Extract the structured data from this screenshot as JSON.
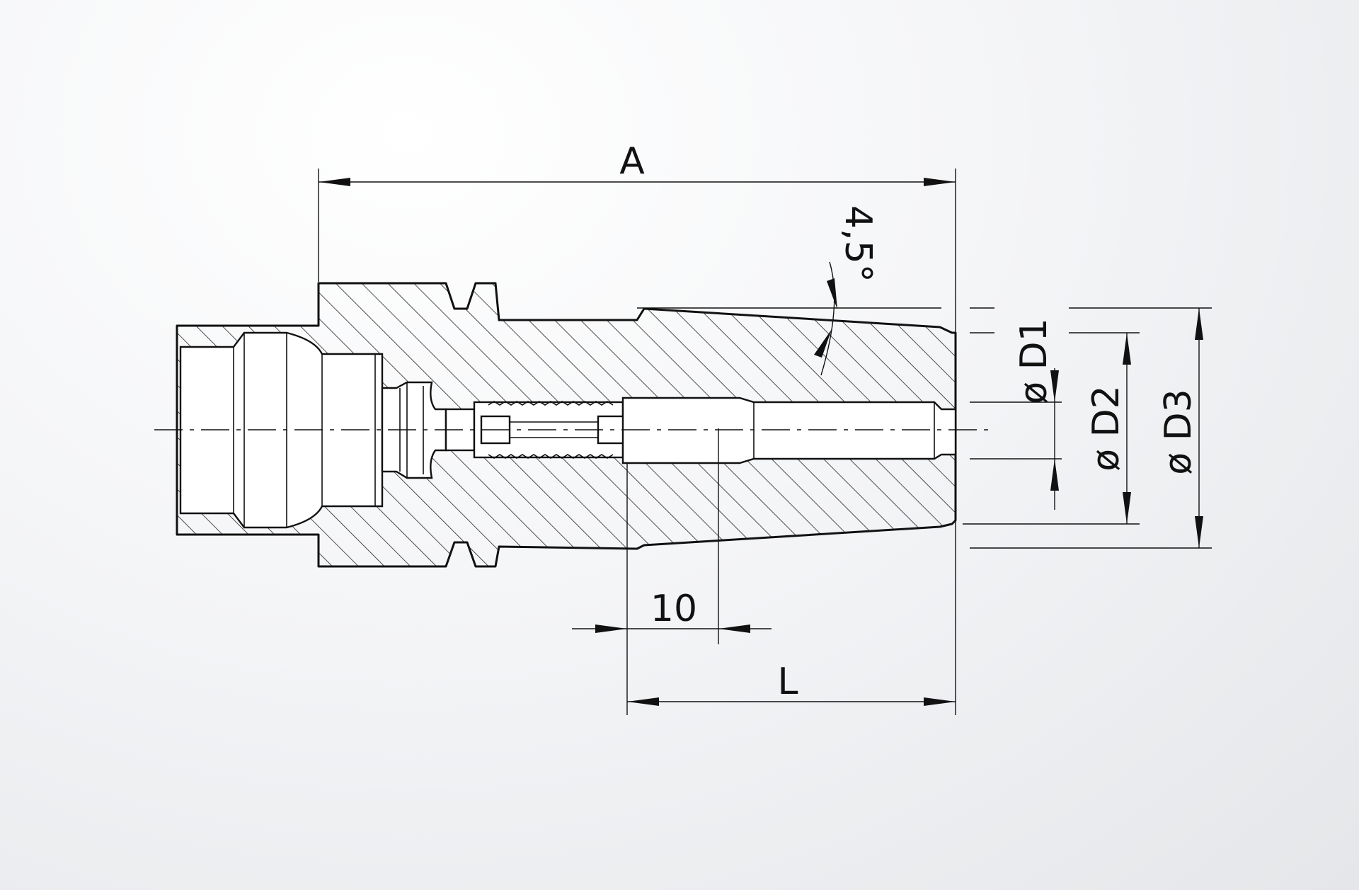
{
  "labels": {
    "overall_length": "A",
    "clamping_length": "L",
    "offset": "10",
    "angle": "4,5°",
    "d1": "ø D1",
    "d2": "ø D2",
    "d3": "ø D3"
  }
}
